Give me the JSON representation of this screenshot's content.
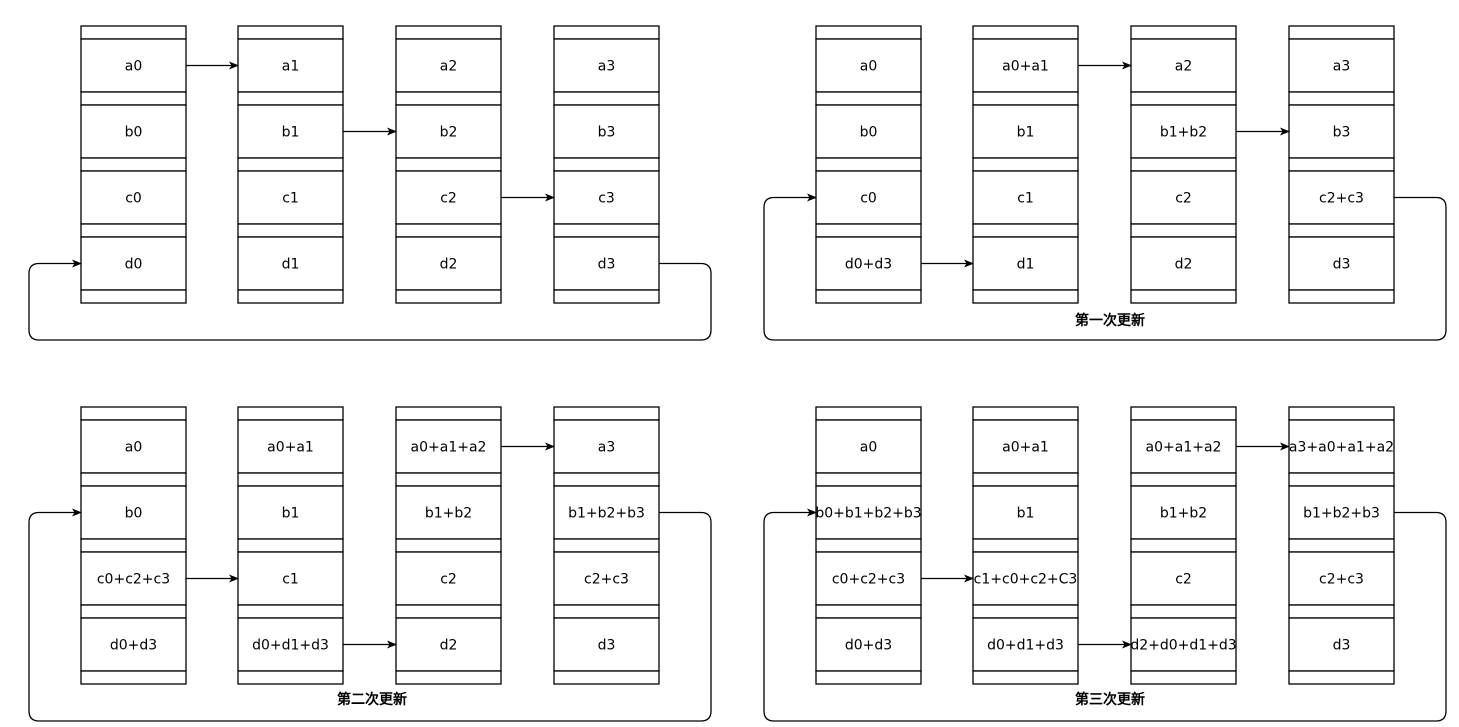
{
  "colors": {
    "stroke": "#000000",
    "background": "#ffffff",
    "text": "#000000"
  },
  "panels": [
    {
      "caption": "",
      "columns": [
        [
          "a0",
          "b0",
          "c0",
          "d0"
        ],
        [
          "a1",
          "b1",
          "c1",
          "d1"
        ],
        [
          "a2",
          "b2",
          "c2",
          "d2"
        ],
        [
          "a3",
          "b3",
          "c3",
          "d3"
        ]
      ],
      "arrows": [
        {
          "from": [
            0,
            0
          ],
          "to": [
            1,
            0
          ]
        },
        {
          "from": [
            1,
            1
          ],
          "to": [
            2,
            1
          ]
        },
        {
          "from": [
            2,
            2
          ],
          "to": [
            3,
            2
          ]
        },
        {
          "from": [
            3,
            3
          ],
          "to": [
            0,
            3
          ],
          "wrap": true
        }
      ]
    },
    {
      "caption": "第一次更新",
      "columns": [
        [
          "a0",
          "b0",
          "c0",
          "d0+d3"
        ],
        [
          "a0+a1",
          "b1",
          "c1",
          "d1"
        ],
        [
          "a2",
          "b1+b2",
          "c2",
          "d2"
        ],
        [
          "a3",
          "b3",
          "c2+c3",
          "d3"
        ]
      ],
      "arrows": [
        {
          "from": [
            1,
            0
          ],
          "to": [
            2,
            0
          ]
        },
        {
          "from": [
            2,
            1
          ],
          "to": [
            3,
            1
          ]
        },
        {
          "from": [
            3,
            2
          ],
          "to": [
            0,
            2
          ],
          "wrap": true
        },
        {
          "from": [
            0,
            3
          ],
          "to": [
            1,
            3
          ]
        }
      ]
    },
    {
      "caption": "第二次更新",
      "columns": [
        [
          "a0",
          "b0",
          "c0+c2+c3",
          "d0+d3"
        ],
        [
          "a0+a1",
          "b1",
          "c1",
          "d0+d1+d3"
        ],
        [
          "a0+a1+a2",
          "b1+b2",
          "c2",
          "d2"
        ],
        [
          "a3",
          "b1+b2+b3",
          "c2+c3",
          "d3"
        ]
      ],
      "arrows": [
        {
          "from": [
            2,
            0
          ],
          "to": [
            3,
            0
          ]
        },
        {
          "from": [
            3,
            1
          ],
          "to": [
            0,
            1
          ],
          "wrap": true
        },
        {
          "from": [
            0,
            2
          ],
          "to": [
            1,
            2
          ]
        },
        {
          "from": [
            1,
            3
          ],
          "to": [
            2,
            3
          ]
        }
      ]
    },
    {
      "caption": "第三次更新",
      "columns": [
        [
          "a0",
          "b0+b1+b2+b3",
          "c0+c2+c3",
          "d0+d3"
        ],
        [
          "a0+a1",
          "b1",
          "c1+c0+c2+C3",
          "d0+d1+d3"
        ],
        [
          "a0+a1+a2",
          "b1+b2",
          "c2",
          "d2+d0+d1+d3"
        ],
        [
          "a3+a0+a1+a2",
          "b1+b2+b3",
          "c2+c3",
          "d3"
        ]
      ],
      "arrows": [
        {
          "from": [
            2,
            0
          ],
          "to": [
            3,
            0
          ]
        },
        {
          "from": [
            3,
            1
          ],
          "to": [
            0,
            1
          ],
          "wrap": true
        },
        {
          "from": [
            0,
            2
          ],
          "to": [
            1,
            2
          ]
        },
        {
          "from": [
            1,
            3
          ],
          "to": [
            2,
            3
          ]
        }
      ]
    }
  ]
}
